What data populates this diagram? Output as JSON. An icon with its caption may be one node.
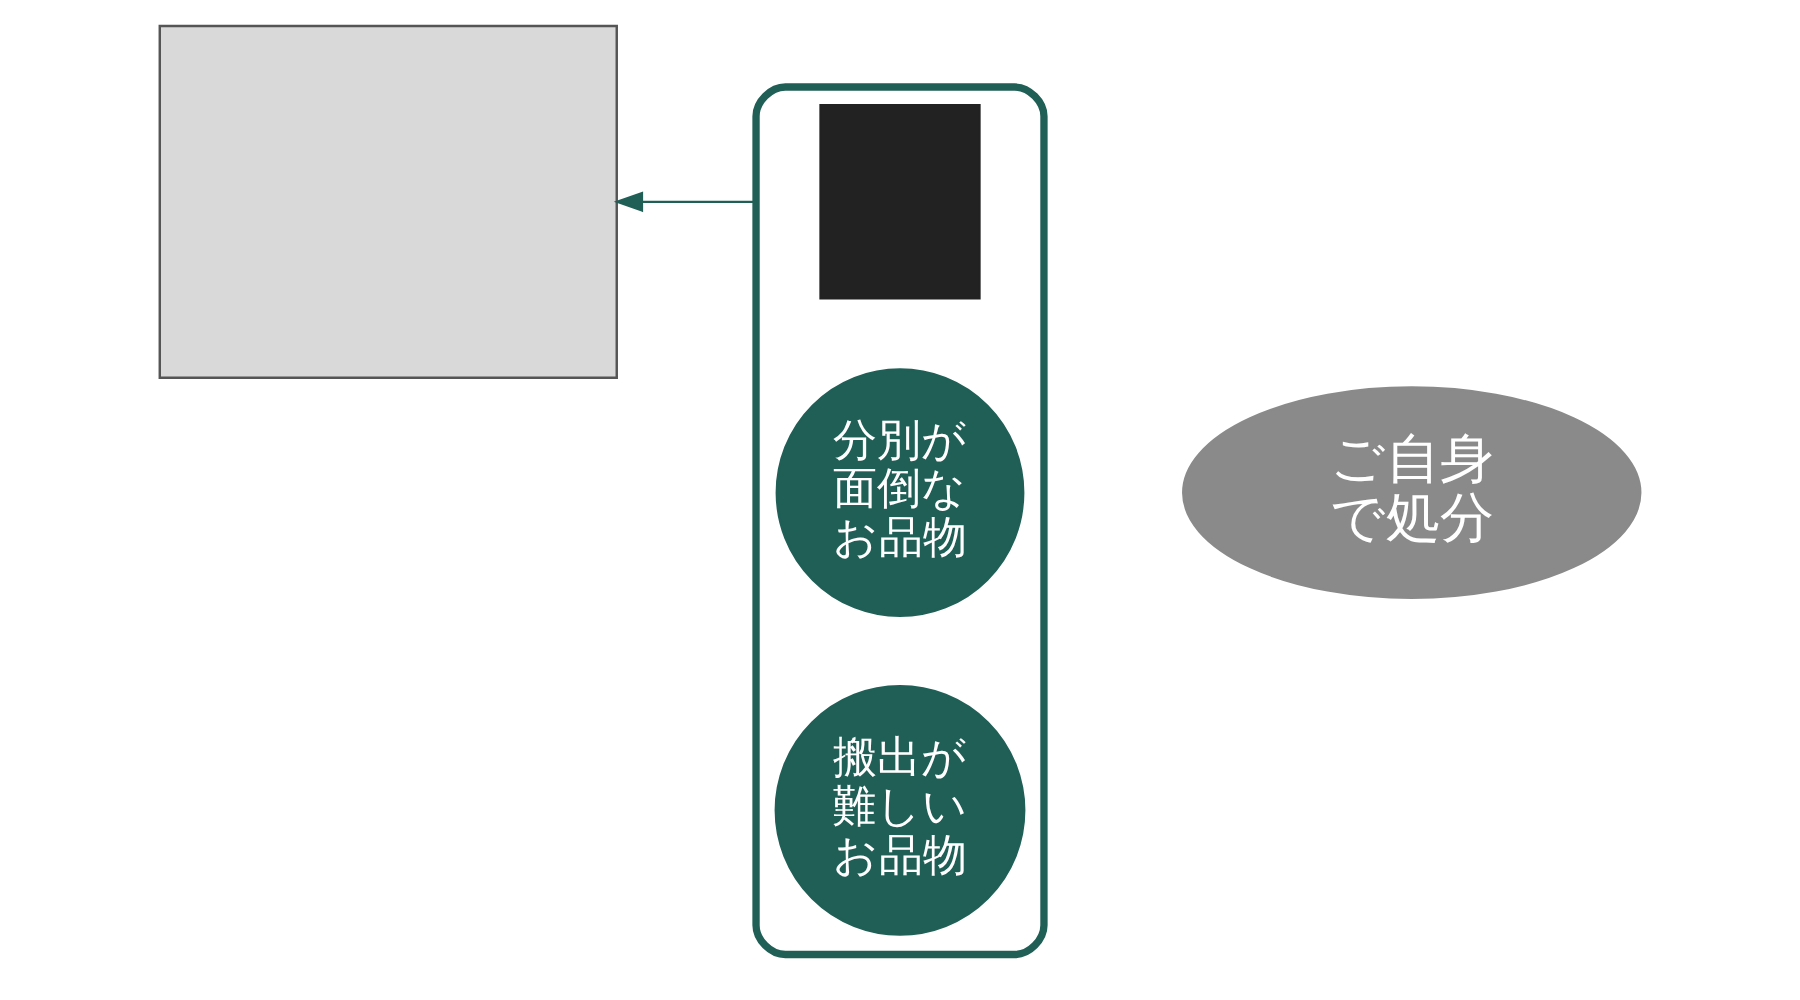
{
  "diagram": {
    "nodes": [
      {
        "text": [],
        "shape": "box"
      },
      {
        "text": [],
        "shape": "box"
      },
      {
        "text": [],
        "shape": "box",
        "in": 1
      },
      {
        "text": [
          "分別が面倒なお品物"
        ],
        "in": 1
      },
      {
        "text": [
          "搬出が難しいお品物"
        ],
        "in": 1
      },
      {
        "text": [
          "ご自身で処分"
        ]
      }
    ],
    "edges": [
      {
        "from": 1,
        "to": 0,
        "arrow": "to",
        "color": "#1f5f56"
      }
    ]
  }
}
